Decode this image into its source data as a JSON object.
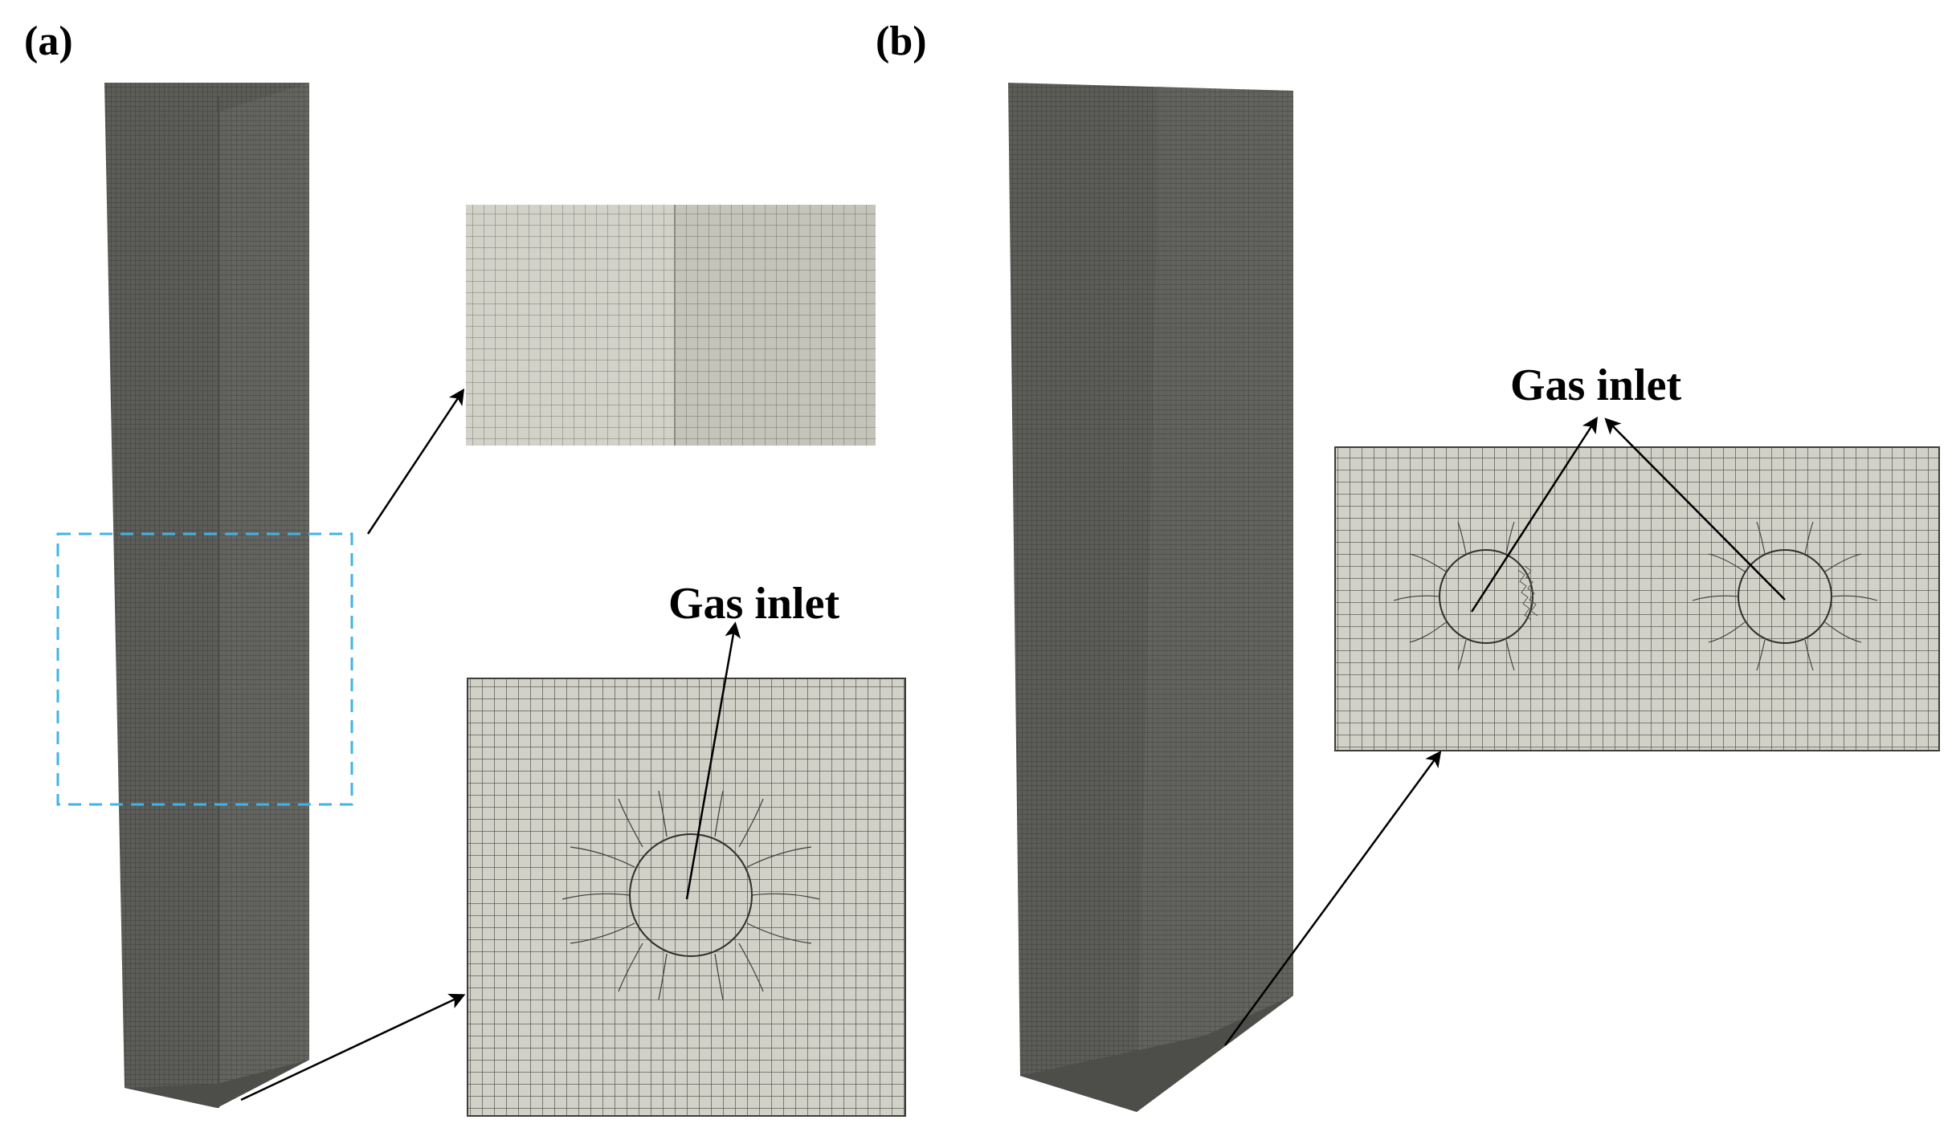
{
  "panels": [
    {
      "id": "a",
      "label": "(a)"
    },
    {
      "id": "b",
      "label": "(b)"
    }
  ],
  "annotations": {
    "panel_a_inlet": "Gas inlet",
    "panel_b_inlet": "Gas inlet"
  },
  "colors": {
    "mesh_dark": "#5a5b57",
    "mesh_line_dark": "#3f403c",
    "mesh_light": "#cfcfc6",
    "mesh_line_light": "#4a4a46",
    "zoom_box": "#3fb4e6",
    "arrow": "#000000"
  }
}
